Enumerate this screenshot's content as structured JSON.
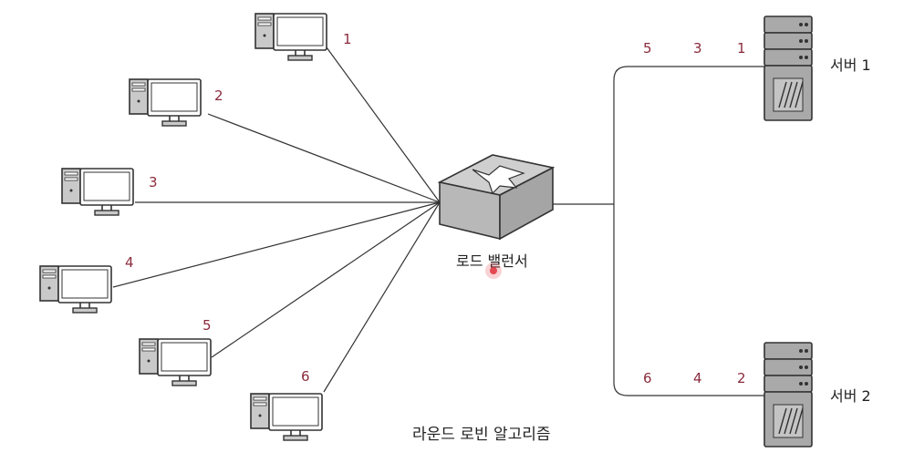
{
  "diagram": {
    "caption": "라운드 로빈 알고리즘",
    "load_balancer_label": "로드 밸런서",
    "clients": [
      {
        "number": "1"
      },
      {
        "number": "2"
      },
      {
        "number": "3"
      },
      {
        "number": "4"
      },
      {
        "number": "5"
      },
      {
        "number": "6"
      }
    ],
    "servers": [
      {
        "label": "서버 1",
        "request_order": [
          "5",
          "3",
          "1"
        ]
      },
      {
        "label": "서버 2",
        "request_order": [
          "6",
          "4",
          "2"
        ]
      }
    ],
    "colors": {
      "number_text": "#8a2b3c",
      "device_fill": "#c9c9c9",
      "server_fill": "#a9a9a9",
      "outline": "#333333",
      "cursor_highlight": "#e0303a"
    },
    "icons": [
      "computer-icon",
      "load-balancer-icon",
      "server-icon"
    ]
  }
}
